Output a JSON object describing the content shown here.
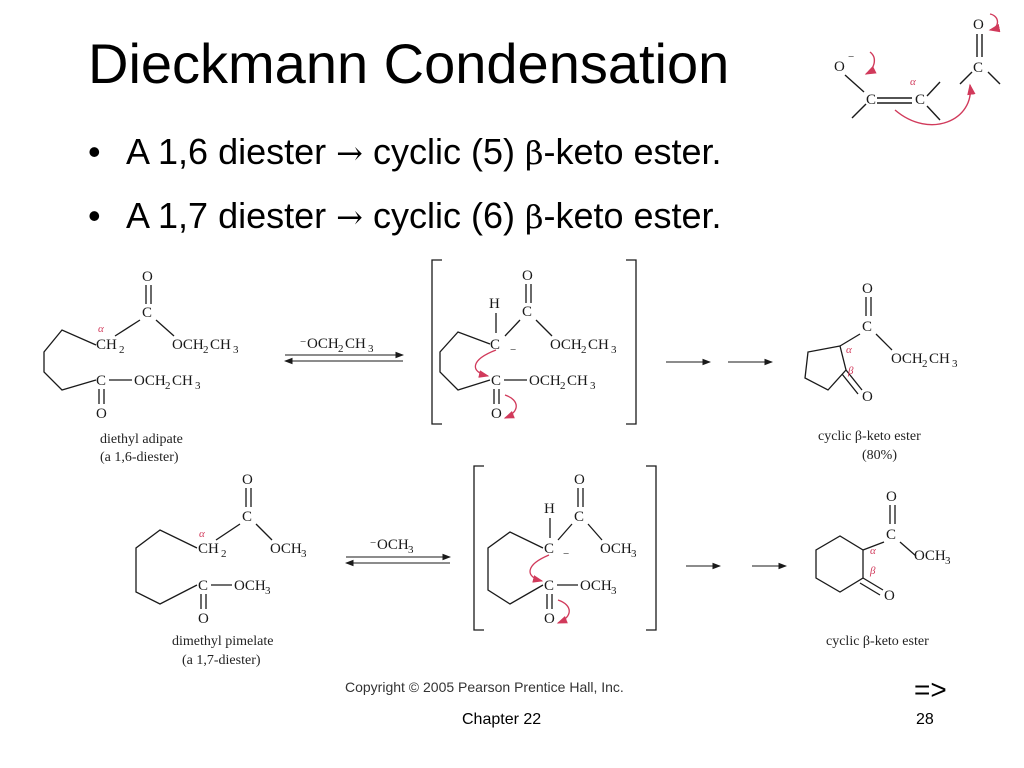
{
  "slide": {
    "title": "Dieckmann Condensation",
    "bullets": [
      {
        "text_a": "A 1,6 diester ",
        "arrow": "→",
        "text_b": " cyclic (5) ",
        "beta": "β",
        "text_c": "-keto ester."
      },
      {
        "text_a": "A 1,7 diester ",
        "arrow": "→",
        "text_b": " cyclic (6) ",
        "beta": "β",
        "text_c": "-keto ester."
      }
    ],
    "bullet_char": "•",
    "copyright": "Copyright © 2005 Pearson Prentice Hall, Inc.",
    "nav_arrow": "=>",
    "footer_chapter": "Chapter 22",
    "page_number": "28"
  },
  "scheme": {
    "atoms": {
      "O": "O",
      "C": "C",
      "H": "H",
      "CH2": "CH",
      "sub2": "2",
      "sub3": "3",
      "OCH2CH3": "OCH",
      "OCH3": "OCH",
      "ch3_tail": "CH",
      "minus": "−",
      "alpha": "α",
      "beta": "β",
      "charge_minus": "−"
    },
    "reagents": {
      "row1_prefix": "−",
      "row1_text": "OCH",
      "row1_mid": "CH",
      "row2_prefix": "−",
      "row2_text": "OCH"
    },
    "captions": {
      "diethyl_adipate": "diethyl adipate",
      "diethyl_adipate_sub": "(a 1,6-diester)",
      "product1": "cyclic β-keto ester",
      "product1_yield": "(80%)",
      "dimethyl_pimelate": "dimethyl pimelate",
      "dimethyl_pimelate_sub": "(a 1,7-diester)",
      "product2": "cyclic β-keto ester"
    }
  },
  "colors": {
    "accent": "#d13a5b",
    "bond": "#1a1a1a"
  }
}
